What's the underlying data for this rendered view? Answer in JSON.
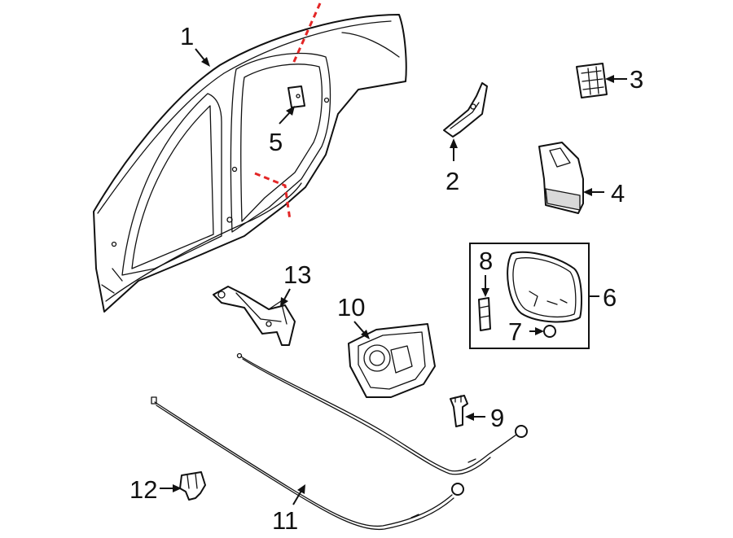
{
  "callouts": [
    "1",
    "2",
    "3",
    "4",
    "5",
    "6",
    "7",
    "8",
    "9",
    "10",
    "11",
    "12",
    "13"
  ],
  "colors": {
    "cut_line": "#e32626",
    "ink": "#111111"
  }
}
